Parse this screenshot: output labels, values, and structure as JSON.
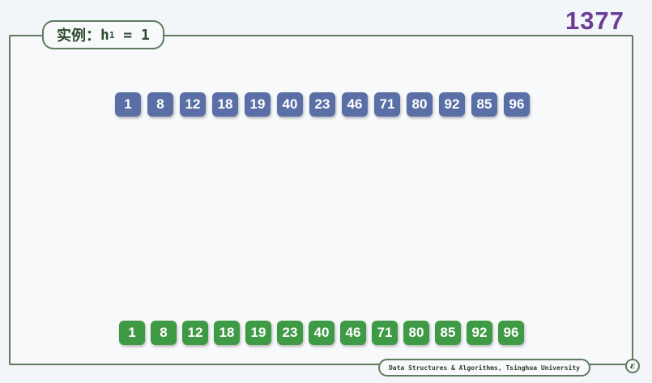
{
  "slide": {
    "title_prefix": "实例：",
    "title_h": "h",
    "title_sub": "1",
    "title_suffix": " = 1",
    "page_number": "1377"
  },
  "top_row": {
    "values": [
      "1",
      "8",
      "12",
      "18",
      "19",
      "40",
      "23",
      "46",
      "71",
      "80",
      "92",
      "85",
      "96"
    ],
    "color": "#5a6fa6"
  },
  "bottom_row": {
    "values": [
      "1",
      "8",
      "12",
      "18",
      "19",
      "23",
      "40",
      "46",
      "71",
      "80",
      "85",
      "92",
      "96"
    ],
    "color": "#3f9a45"
  },
  "footer": {
    "text": "Data Structures & Algorithms, Tsinghua University",
    "logo_icon": "tsinghua-logo-icon"
  }
}
